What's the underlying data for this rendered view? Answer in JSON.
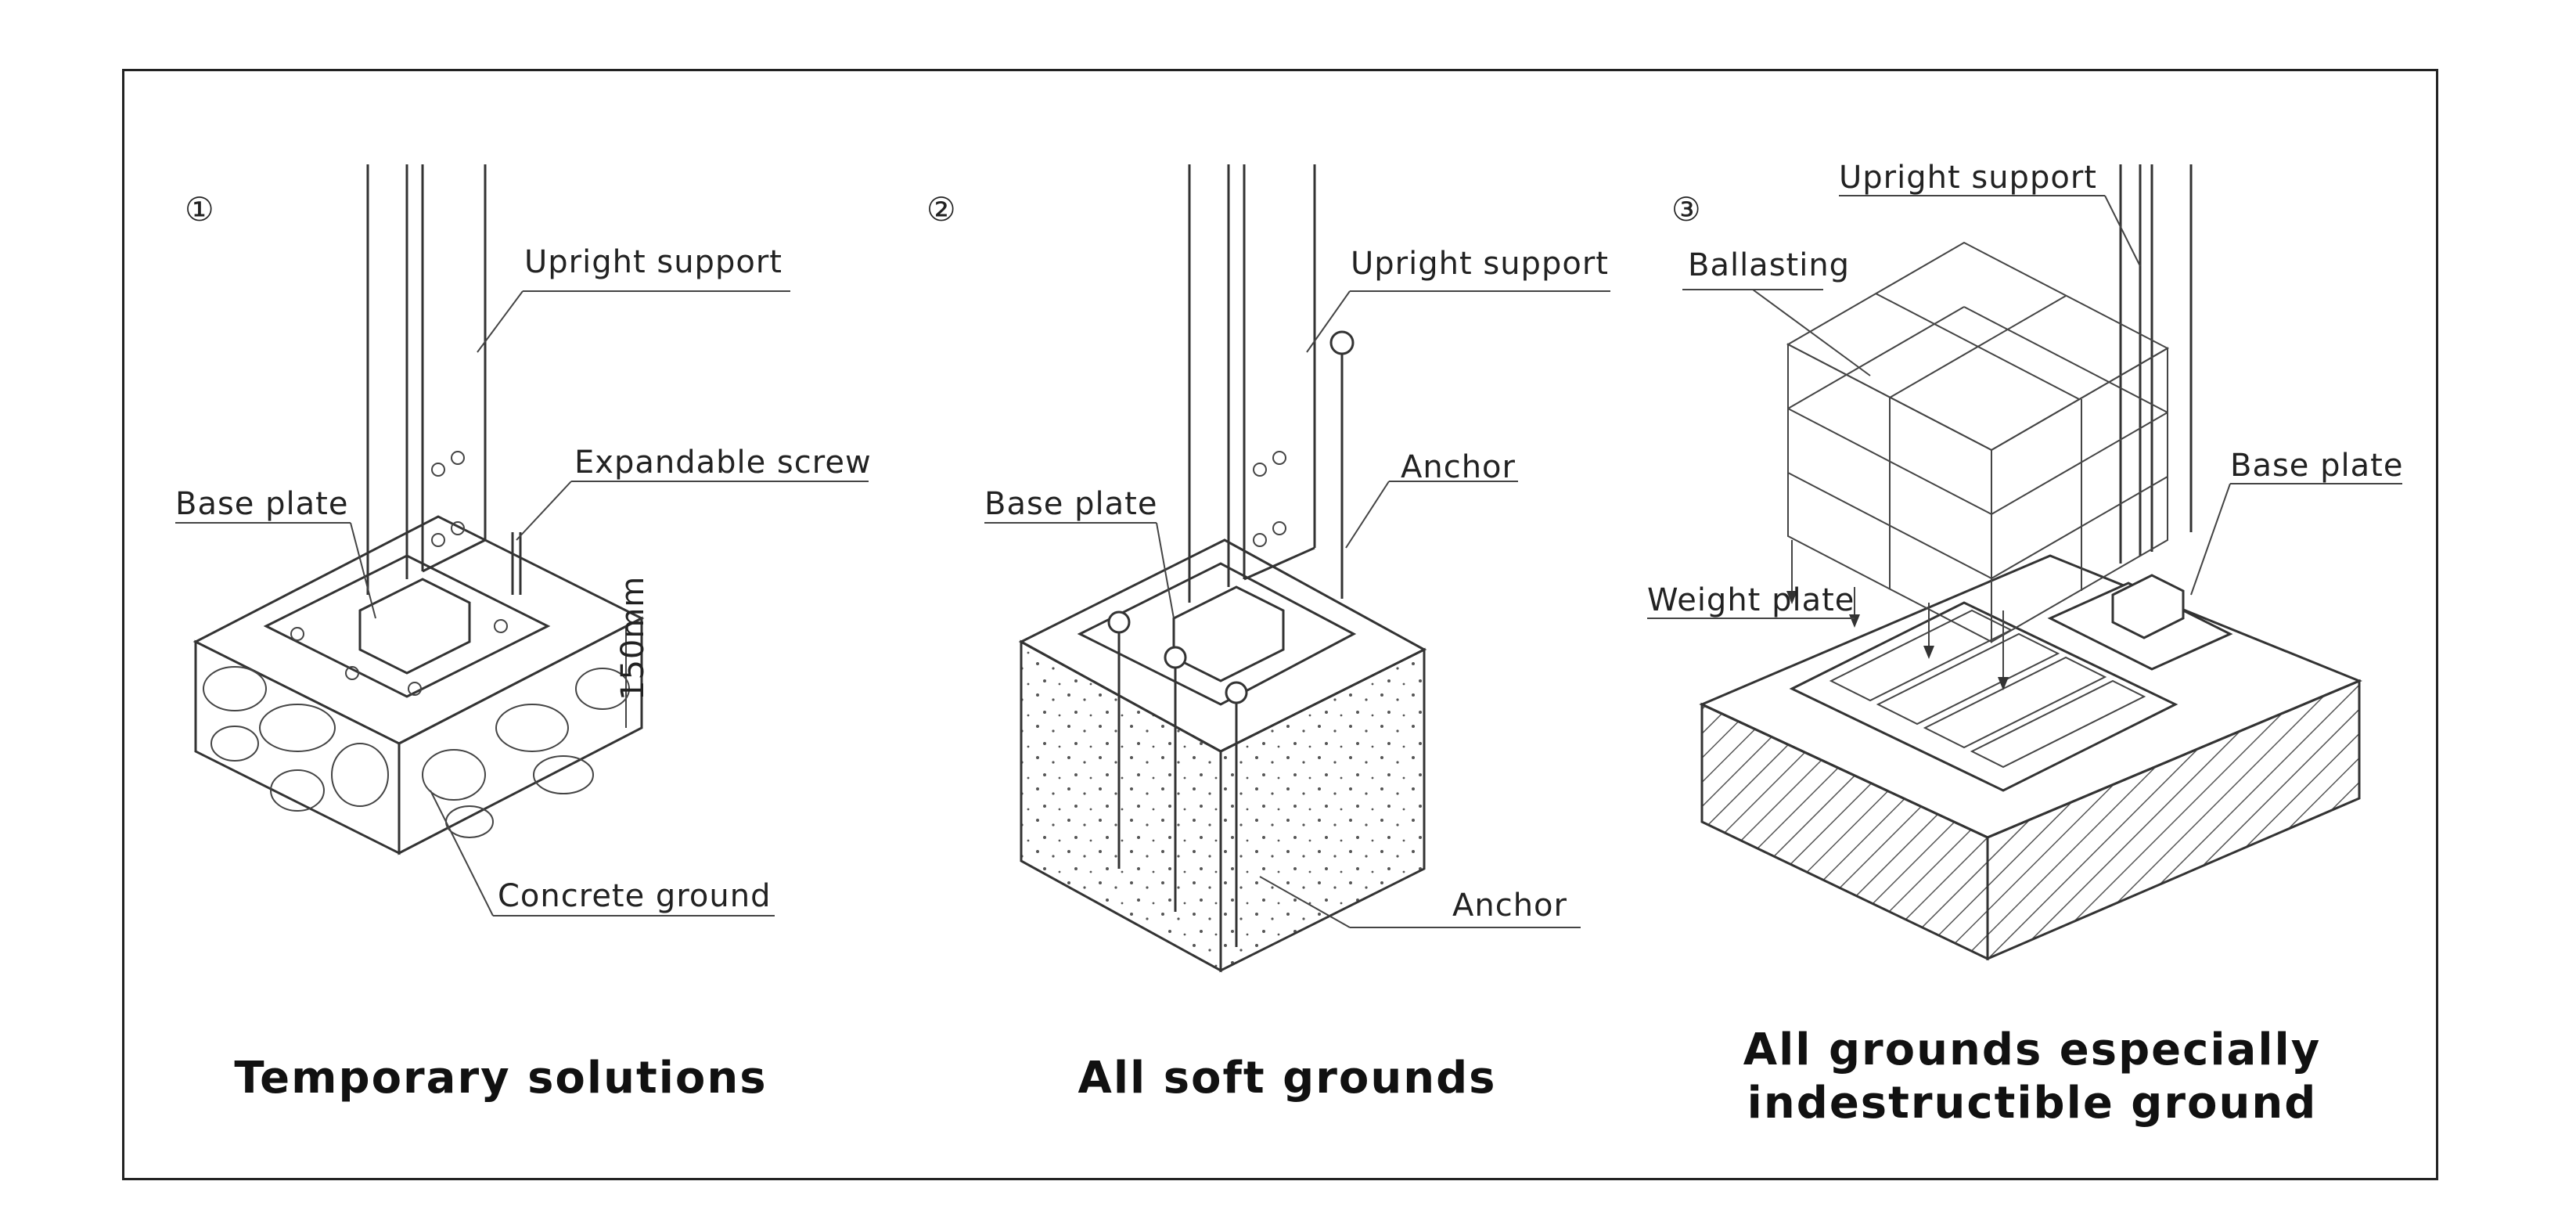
{
  "panels": [
    {
      "number": "①",
      "labels": {
        "upright_support": "Upright support",
        "expandable_screw": "Expandable screw",
        "base_plate": "Base plate",
        "concrete_ground": "Concrete ground",
        "dimension": "150mm"
      },
      "caption": "Temporary solutions"
    },
    {
      "number": "②",
      "labels": {
        "upright_support": "Upright support",
        "anchor_top": "Anchor",
        "base_plate": "Base plate",
        "anchor_bottom": "Anchor"
      },
      "caption": "All soft grounds"
    },
    {
      "number": "③",
      "labels": {
        "upright_support": "Upright support",
        "ballasting": "Ballasting",
        "base_plate": "Base plate",
        "weight_plate": "Weight plate"
      },
      "caption_line1": "All grounds especially",
      "caption_line2": "indestructible ground"
    }
  ]
}
